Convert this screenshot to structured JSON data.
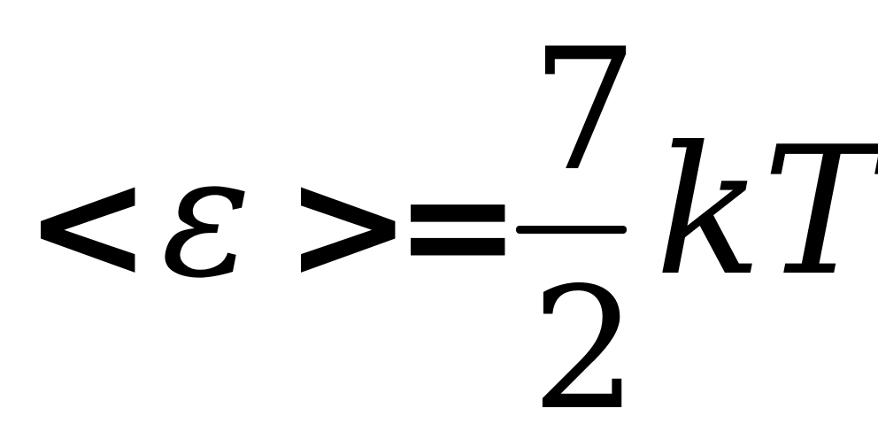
{
  "formula": {
    "left_bracket": "<",
    "symbol": "ε",
    "right_bracket": ">",
    "equals": "=",
    "numerator": "7",
    "denominator": "2",
    "variables": "kT"
  }
}
